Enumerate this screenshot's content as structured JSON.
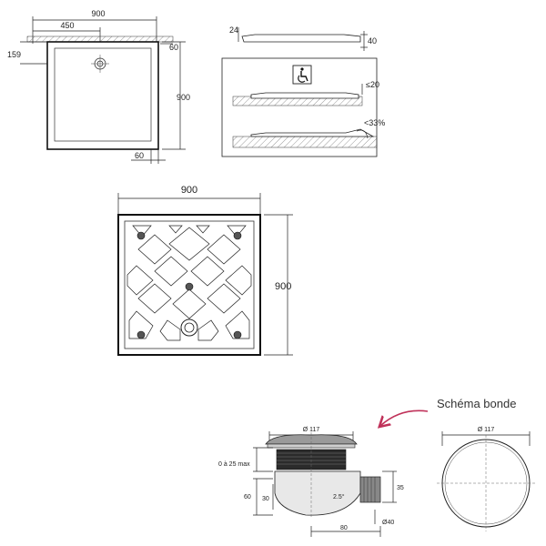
{
  "top_plan": {
    "width": "900",
    "half_width": "450",
    "left_offset": "159",
    "right_rim": "60",
    "height": "900",
    "bottom_rim": "60"
  },
  "profile": {
    "top_thickness": "24",
    "edge_height": "40",
    "flush_height": "≤20",
    "slope": "<33%",
    "accessibility_icon": "wheelchair-icon"
  },
  "tray_plan": {
    "width": "900",
    "height": "900"
  },
  "drain": {
    "caption": "Schéma bonde",
    "diameter_top": "Ø 117",
    "range": "0 à 25 max",
    "total_height": "60",
    "body_height": "30",
    "outlet_height": "35",
    "angle": "2.5°",
    "length": "80",
    "outlet_diameter": "Ø40",
    "circle_diameter": "Ø 117"
  },
  "colors": {
    "arrow": "#c0325a",
    "line": "#222222"
  }
}
